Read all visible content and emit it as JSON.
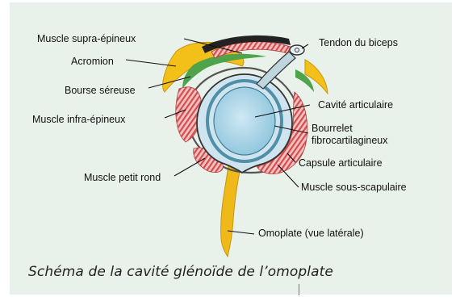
{
  "labels": {
    "supraspinatus": "Muscle supra-épineux",
    "acromion": "Acromion",
    "bursa": "Bourse séreuse",
    "infraspinatus": "Muscle infra-épineux",
    "teres_minor": "Muscle petit rond",
    "biceps_tendon": "Tendon du biceps",
    "glenoid_cavity": "Cavité articulaire",
    "labrum_line1": "Bourrelet",
    "labrum_line2": "fibrocartilagineux",
    "capsule": "Capsule articulaire",
    "subscapularis": "Muscle sous-scapulaire",
    "scapula": "Omoplate (vue latérale)"
  },
  "caption": "Schéma de la cavité glénoïde de l’omoplate",
  "colors": {
    "panel": "#e9f2ea",
    "muscle": "#d64d4d",
    "acromion": "#f2c018",
    "bursa": "#4fa34a",
    "cavity": "#aed8ea",
    "labrum": "#4f8fa8",
    "tendon": "#222222"
  }
}
